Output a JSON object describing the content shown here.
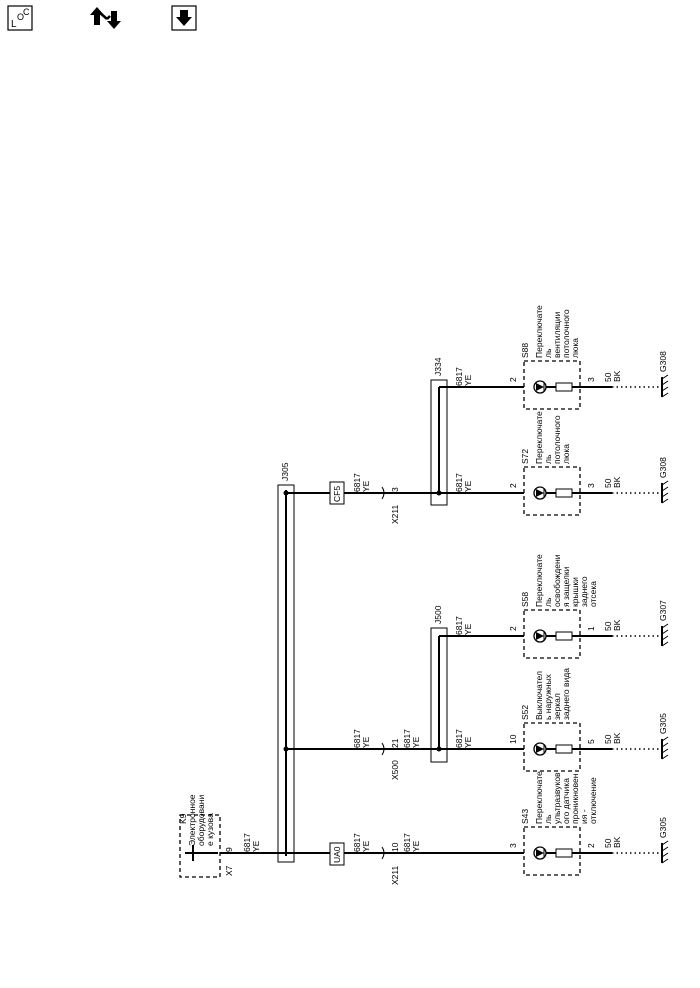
{
  "toolbar": {
    "buttons": [
      {
        "name": "location-toggle-button",
        "icon": "location-icon",
        "label": "LOC"
      },
      {
        "name": "system-tools-button",
        "icon": "up-down-wrench-icon"
      },
      {
        "name": "download-button",
        "icon": "arrow-down-icon"
      }
    ]
  },
  "diagram": {
    "module_k9": {
      "ref": "K9",
      "label": [
        "Электронное",
        "оборудовани",
        "е кузова"
      ],
      "pin": "9",
      "connector": "X7"
    },
    "splice_j305": "J305",
    "splice_j500": "J500",
    "splice_j334": "J334",
    "inline_ua0": "UA0",
    "inline_cf5": "CF5",
    "connectors": {
      "x211_a": "X211",
      "x211_a_pin": "10",
      "x500": "X500",
      "x500_pin": "21",
      "x211_b": "X211",
      "x211_b_pin": "3"
    },
    "circuit": "6817",
    "color_ye": "YE",
    "ground_circuit": "50",
    "color_bk": "BK",
    "switches": [
      {
        "ref": "S43",
        "label": [
          "Переключате",
          "ль",
          "ультразвуков",
          "ого датчика",
          "проникновен",
          "ия -",
          "отключение"
        ],
        "pin_in": "3",
        "pin_out": "2",
        "ground": "G305"
      },
      {
        "ref": "S52",
        "label": [
          "Выключател",
          "ь наружных",
          "зеркал",
          "заднего вида"
        ],
        "pin_in": "10",
        "pin_out": "5",
        "ground": "G305"
      },
      {
        "ref": "S58",
        "label": [
          "Переключате",
          "ль",
          "освобождени",
          "я защелки",
          "крышки",
          "заднего",
          "отсека"
        ],
        "pin_in": "2",
        "pin_out": "1",
        "ground": "G307"
      },
      {
        "ref": "S72",
        "label": [
          "Переключате",
          "ль",
          "потолочного",
          "люка"
        ],
        "pin_in": "2",
        "pin_out": "3",
        "ground": "G308"
      },
      {
        "ref": "S88",
        "label": [
          "Переключате",
          "ль",
          "вентиляции",
          "потолочного",
          "люка"
        ],
        "pin_in": "2",
        "pin_out": "3",
        "ground": "G308"
      }
    ]
  }
}
